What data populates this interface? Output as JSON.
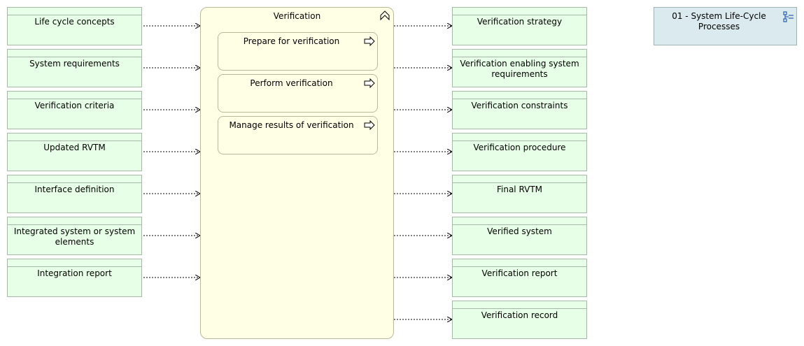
{
  "process": {
    "title": "Verification",
    "icon": "process-chevron-icon",
    "subprocesses": [
      {
        "label": "Prepare for verification",
        "icon": "process-arrow-icon"
      },
      {
        "label": "Perform verification",
        "icon": "process-arrow-icon"
      },
      {
        "label": "Manage results of verification",
        "icon": "process-arrow-icon"
      }
    ]
  },
  "inputs": [
    {
      "label": "Life cycle concepts"
    },
    {
      "label": "System requirements"
    },
    {
      "label": "Verification criteria"
    },
    {
      "label": "Updated RVTM"
    },
    {
      "label": "Interface definition"
    },
    {
      "label": "Integrated system or system elements"
    },
    {
      "label": "Integration report"
    }
  ],
  "outputs": [
    {
      "label": "Verification strategy"
    },
    {
      "label": "Verification enabling system requirements"
    },
    {
      "label": "Verification constraints"
    },
    {
      "label": "Verification procedure"
    },
    {
      "label": "Final RVTM"
    },
    {
      "label": "Verified system"
    },
    {
      "label": "Verification report"
    },
    {
      "label": "Verification record"
    }
  ],
  "reference": {
    "label": "01 - System Life-Cycle Processes",
    "icon": "diagram-link-icon"
  },
  "colors": {
    "object_fill": "#e6ffe6",
    "object_border": "#a8b8a8",
    "process_fill": "#ffffe6",
    "process_border": "#b9b99a",
    "reference_fill": "#daeaee",
    "reference_icon": "#2a5fb0",
    "edge": "#000000"
  }
}
